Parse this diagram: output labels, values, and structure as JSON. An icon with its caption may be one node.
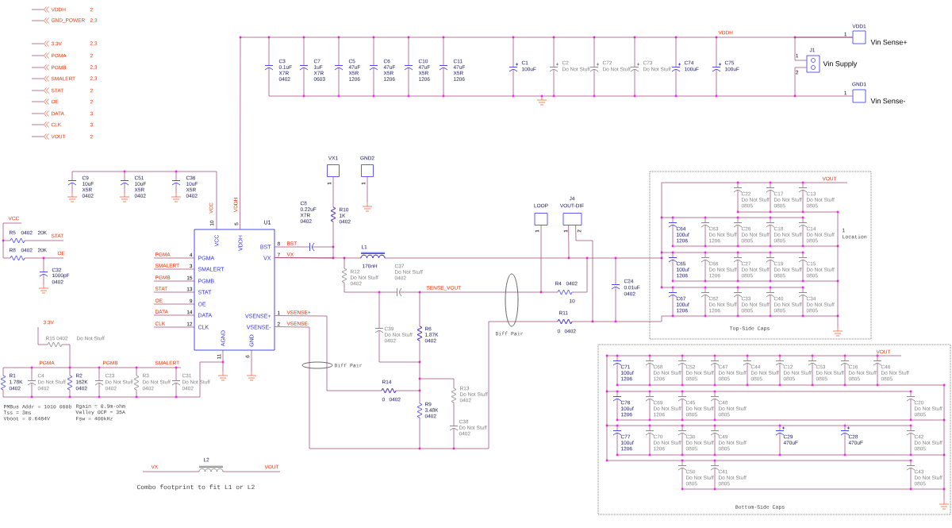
{
  "diagram": {
    "nodes": [
      {
        "text": [
          "VCC",
          "VDDH",
          "PGMA",
          "SMALERT",
          "PGMB",
          "STAT",
          "OE",
          "DATA",
          "CLK",
          "BST",
          "VX",
          "VSENSE+",
          "VSENSE-",
          "AGND",
          "GND"
        ],
        "beside": [
          "U1"
        ]
      },
      {
        "text": [
          "VDD1"
        ],
        "beside": [
          "Vin Sense+"
        ]
      },
      {
        "text": [
          "J1"
        ],
        "beside": [
          "Vin Supply"
        ]
      },
      {
        "text": [
          "GND1"
        ],
        "beside": [
          "Vin Sense-"
        ]
      },
      {
        "text": [
          "VX1"
        ]
      },
      {
        "text": [
          "GND2"
        ]
      },
      {
        "text": [
          "LOOP"
        ]
      },
      {
        "text": [
          "J4",
          "VOUT-DIF"
        ]
      }
    ],
    "edges": [
      {
        "from": 0,
        "to": 1,
        "arrow": "none"
      },
      {
        "from": 2,
        "to": 1,
        "arrow": "none"
      },
      {
        "from": 2,
        "to": 3,
        "arrow": "none"
      },
      {
        "from": 0,
        "to": 4,
        "arrow": "none"
      },
      {
        "from": 0,
        "to": 7,
        "arrow": "none"
      },
      {
        "from": 7,
        "to": 0,
        "arrow": "none"
      },
      {
        "from": 0,
        "to": 6,
        "arrow": "none"
      }
    ],
    "labels": [
      "VDDH",
      "2",
      "GND_POWER",
      "2,3",
      "3.3V",
      "2,3",
      "PGMA",
      "2",
      "PGMB",
      "2,3",
      "SMALERT",
      "2,3",
      "STAT",
      "2",
      "OE",
      "2",
      "DATA",
      "3",
      "CLK",
      "3",
      "VOUT",
      "2",
      "VDDH",
      "C3",
      "0.1uF",
      "X7R",
      "0402",
      "C7",
      "1uF",
      "X7R",
      "0603",
      "C5",
      "47uF",
      "X5R",
      "1206",
      "C6",
      "47uF",
      "X5R",
      "1206",
      "C10",
      "47uF",
      "X5R",
      "1206",
      "C11",
      "47uF",
      "X5R",
      "1206",
      "C1",
      "100uF",
      "C2",
      "Do Not Stuff",
      "C72",
      "Do Not Stuff",
      "C73",
      "Do Not Stuff",
      "C74",
      "100uF",
      "C75",
      "100uF",
      "1",
      "2",
      "1",
      "1",
      "C9",
      "10uF",
      "X5R",
      "0402",
      "C51",
      "10uF",
      "X5R",
      "0402",
      "C36",
      "10uF",
      "X5R",
      "0402",
      "VCC",
      "VDDH",
      "10",
      "5",
      "PGMA",
      "4",
      "SMALERT",
      "3",
      "PGMB",
      "15",
      "STAT",
      "13",
      "OE",
      "9",
      "DATA",
      "14",
      "CLK",
      "12",
      "8",
      "BST",
      "7",
      "VX",
      "1",
      "VSENSE+",
      "2",
      "VSENSE-",
      "11",
      "6",
      "C8",
      "0.22uF",
      "X7R",
      "0402",
      "R10",
      "1K",
      "0402",
      "1",
      "1",
      "L1",
      "170nH",
      "R12",
      "Do Not Stuff",
      "0402",
      "C37",
      "Do Not Stuff",
      "0402",
      "SENSE_VOUT",
      "1",
      "1",
      "2",
      "R4",
      "0402",
      "10",
      "C24",
      "0.01uF",
      "0402",
      "R11",
      "0",
      "0402",
      "Diff Pair",
      "C39",
      "Do Not Stuff",
      "0402",
      "R6",
      "1.87K",
      "0402",
      "R13",
      "Do Not Stuff",
      "0402",
      "C38",
      "Do Not Stuff",
      "0402",
      "R14",
      "0",
      "0402",
      "R9",
      "3.48K",
      "0402",
      "Diff Pair",
      "VCC",
      "R5",
      "0402",
      "20K",
      "STAT",
      "R8",
      "0402",
      "20K",
      "OE",
      "C32",
      "1000pF",
      "0402",
      "3.3V",
      "R15 0402",
      "Do Not Stuff",
      "PGMA",
      "PGMB",
      "SMALERT",
      "R1",
      "1.78K",
      "0402",
      "C4",
      "Do Not Stuff",
      "0402",
      "R2",
      "162K",
      "0402",
      "C23",
      "Do Not Stuff",
      "0402",
      "R3",
      "Do Not Stuff",
      "0402",
      "C31",
      "Do Not Stuff",
      "0402",
      "PMBus Addr = 1010 000b",
      "Tss = 3ms",
      "Vboot = 0.6484V",
      "Rgain = 0.9m-ohm",
      "Valley OCP = 35A",
      "Fsw = 400kHz",
      "VX",
      "L2",
      "VOUT",
      "Combo footprint to fit L1 or L2",
      "VOUT",
      "C22",
      "Do Not Stuff",
      "0805",
      "C17",
      "Do Not Stuff",
      "0805",
      "C13",
      "Do Not Stuff",
      "0805",
      "C64",
      "100uf",
      "1206",
      "C63",
      "Do Not Stuff",
      "1206",
      "C26",
      "Do Not Stuff",
      "0805",
      "C18",
      "Do Not Stuff",
      "0805",
      "C14",
      "Do Not Stuff",
      "0805",
      "C65",
      "100uf",
      "1206",
      "C66",
      "Do Not Stuff",
      "1206",
      "C27",
      "Do Not Stuff",
      "0805",
      "C19",
      "Do Not Stuff",
      "0805",
      "C15",
      "Do Not Stuff",
      "0805",
      "C67",
      "100uf",
      "1206",
      "C62",
      "Do Not Stuff",
      "1206",
      "C33",
      "Do Not Stuff",
      "0805",
      "C40",
      "Do Not Stuff",
      "0805",
      "C34",
      "Do Not Stuff",
      "0805",
      "1",
      "Location",
      "Top-Side Caps",
      "VOUT",
      "C71",
      "100uf",
      "1206",
      "C68",
      "Do Not Stuff",
      "1206",
      "C52",
      "Do Not Stuff",
      "0805",
      "C47",
      "Do Not Stuff",
      "0805",
      "C44",
      "Do Not Stuff",
      "0805",
      "C12",
      "Do Not Stuff",
      "0805",
      "C53",
      "Do Not Stuff",
      "0805",
      "C16",
      "Do Not Stuff",
      "0805",
      "C46",
      "Do Not Stuff",
      "0805",
      "C76",
      "100uf",
      "1206",
      "C69",
      "Do Not Stuff",
      "1206",
      "C45",
      "Do Not Stuff",
      "0805",
      "C48",
      "Do Not Stuff",
      "0805",
      "C20",
      "Do Not Stuff",
      "0805",
      "C77",
      "100uf",
      "1206",
      "C70",
      "Do Not Stuff",
      "1206",
      "C30",
      "Do Not Stuff",
      "0805",
      "C49",
      "Do Not Stuff",
      "0805",
      "C29",
      "470uF",
      "C28",
      "470uF",
      "C42",
      "Do Not Stuff",
      "0805",
      "C50",
      "Do Not Stuff",
      "0805",
      "C41",
      "Do Not Stuff",
      "0805",
      "C43",
      "Do Not Stuff",
      "0805",
      "Bottom-Side Caps"
    ]
  }
}
